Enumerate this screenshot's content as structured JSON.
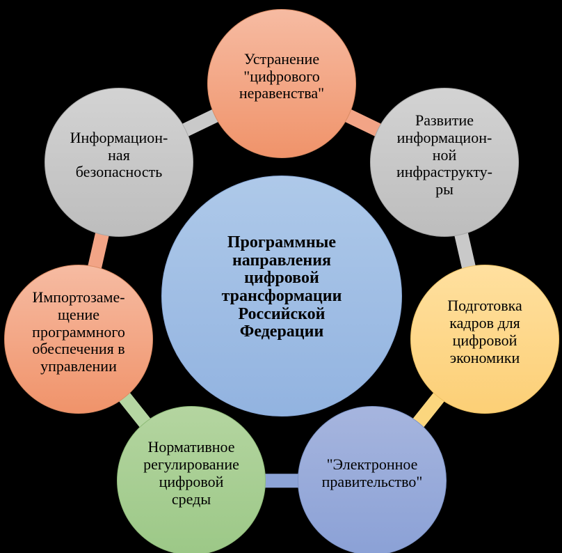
{
  "diagram": {
    "background_color": "#000000",
    "text_color": "#000000",
    "center": {
      "label": "Программные\nнаправления\nцифровой\nтрансформации\nРоссийской\nФедерации",
      "fill_top": "#aec9e9",
      "fill_bottom": "#92b3e0",
      "border_color": "#8aaad9"
    },
    "nodes": [
      {
        "id": "digital-inequality-elimination",
        "label": "Устранение\n\"цифрового\nнеравенства\"",
        "fill_top": "#f6bba2",
        "fill_bottom": "#f0936a",
        "border_color": "#da8a62"
      },
      {
        "id": "information-infrastructure-development",
        "label": "Развитие\nинформацион-\nной\nинфраструкту-\nры",
        "fill_top": "#d3d3d3",
        "fill_bottom": "#bdbdbd",
        "border_color": "#a8a8a8"
      },
      {
        "id": "personnel-training-digital-economy",
        "label": "Подготовка\nкадров для\nцифровой\nэкономики",
        "fill_top": "#ffe09f",
        "fill_bottom": "#fccf76",
        "border_color": "#ecc063"
      },
      {
        "id": "electronic-government",
        "label": "\"Электронное\nправительство\"",
        "fill_top": "#a6b5de",
        "fill_bottom": "#8ba1d6",
        "border_color": "#7e95c8"
      },
      {
        "id": "digital-environment-regulation",
        "label": "Нормативное\nрегулирование\nцифровой\nсреды",
        "fill_top": "#b4d5a0",
        "fill_bottom": "#9cc887",
        "border_color": "#8fbc79"
      },
      {
        "id": "software-import-substitution",
        "label": "Импортозаме-\nщение\nпрограммного\nобеспечения в\nуправлении",
        "fill_top": "#f6bba2",
        "fill_bottom": "#f0936a",
        "border_color": "#da8a62"
      },
      {
        "id": "information-security",
        "label": "Информацион-\nная\nбезопасность",
        "fill_top": "#d3d3d3",
        "fill_bottom": "#bdbdbd",
        "border_color": "#a8a8a8"
      }
    ],
    "connectors": [
      {
        "from": 0,
        "to": 1,
        "color": "#f2a486"
      },
      {
        "from": 1,
        "to": 2,
        "color": "#c9c9c9"
      },
      {
        "from": 2,
        "to": 3,
        "color": "#fbd67e"
      },
      {
        "from": 3,
        "to": 4,
        "color": "#8da4d7"
      },
      {
        "from": 4,
        "to": 5,
        "color": "#b5d6a2"
      },
      {
        "from": 5,
        "to": 6,
        "color": "#f2a486"
      },
      {
        "from": 6,
        "to": 0,
        "color": "#c9c9c9"
      }
    ]
  }
}
